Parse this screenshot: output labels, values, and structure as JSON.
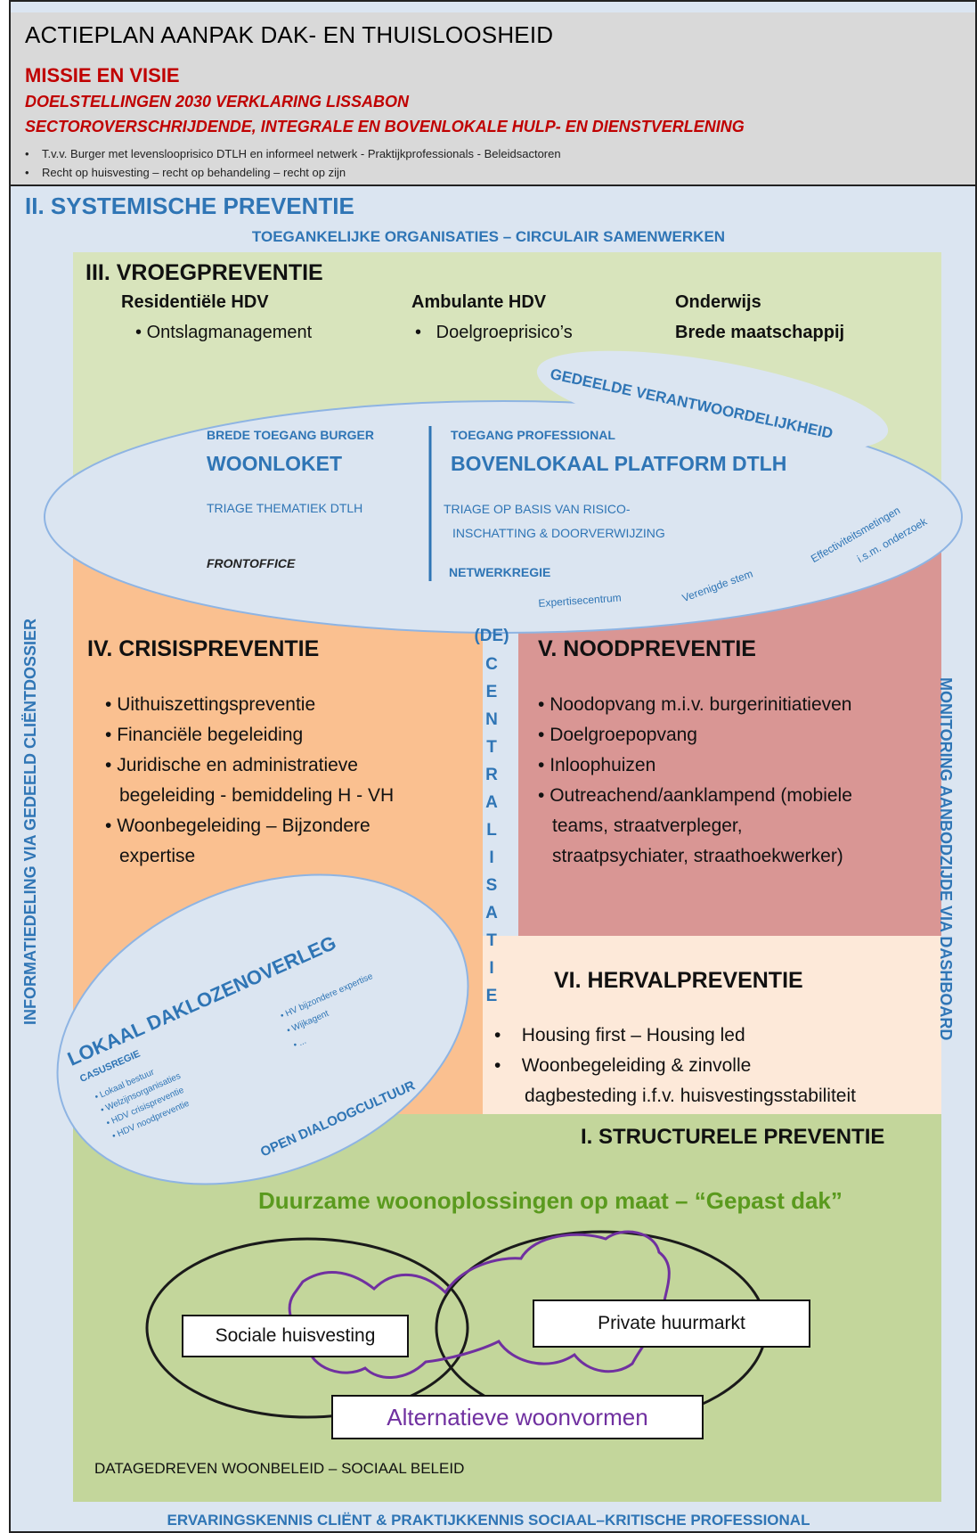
{
  "title": "ACTIEPLAN AANPAK DAK- EN THUISLOOSHEID",
  "mission": "MISSIE EN VISIE",
  "goals": "DOELSTELLINGEN 2030 VERKLARING LISSABON",
  "sector": "SECTOROVERSCHRIJDENDE, INTEGRALE EN BOVENLOKALE HULP- EN DIENSTVERLENING",
  "header_bullets": [
    "T.v.v. Burger met levenslooprisico DTLH en  informeel netwerk  -  Praktijkprofessionals -  Beleidsactoren",
    "Recht op huisvesting – recht op behandeling – recht op zijn"
  ],
  "systemic": {
    "title": "II. SYSTEMISCHE PREVENTIE",
    "subtitle": "TOEGANKELIJKE ORGANISATIES – CIRCULAIR SAMENWERKEN"
  },
  "side_left": "INFORMATIEDELING VIA GEDEELD CLIËNTDOSSIER",
  "side_right": "MONITORING AANBODZIJDE VIA DASHBOARD",
  "early": {
    "title": "III. VROEGPREVENTIE",
    "col1_head": "Residentiële HDV",
    "col1_item": "Ontslagmanagement",
    "col2_head": "Ambulante HDV",
    "col2_item": "Doelgroeprisico’s",
    "col3_head": "Onderwijs",
    "col3_item": "Brede maatschappij"
  },
  "ellipse": {
    "shared": "GEDEELDE VERANTWOORDELIJKHEID",
    "left_sub": "BREDE TOEGANG BURGER",
    "left_main": "WOONLOKET",
    "left_triage": "TRIAGE THEMATIEK DTLH",
    "left_front": "FRONTOFFICE",
    "right_sub": "TOEGANG PROFESSIONAL",
    "right_main": "BOVENLOKAAL PLATFORM DTLH",
    "right_triage_1": "TRIAGE OP BASIS VAN RISICO-",
    "right_triage_2": "INSCHATTING & DOORVERWIJZING",
    "right_network": "NETWERKREGIE",
    "expertise": "Expertisecentrum",
    "voice": "Verenigde stem",
    "effect_1": "Effectiviteitsmetingen",
    "effect_2": "i.s.m. onderzoek"
  },
  "decentral": {
    "top": "(DE)",
    "letters": [
      "C",
      "E",
      "N",
      "T",
      "R",
      "A",
      "L",
      "I",
      "S",
      "A",
      "T",
      "I",
      "E"
    ]
  },
  "crisis": {
    "title": "IV. CRISISPREVENTIE",
    "items": [
      "Uithuiszettingspreventie",
      "Financiële begeleiding",
      "Juridische en administratieve",
      "begeleiding - bemiddeling H - VH",
      "Woonbegeleiding – Bijzondere",
      "expertise"
    ]
  },
  "emergency": {
    "title": "V. NOODPREVENTIE",
    "items": [
      "Noodopvang m.i.v. burgerinitiatieven",
      "Doelgroepopvang",
      "Inloophuizen",
      "Outreachend/aanklampend (mobiele",
      "teams, straatverpleger,",
      "straatpsychiater, straathoekwerker)"
    ]
  },
  "relapse": {
    "title": "VI. HERVALPREVENTIE",
    "items": [
      "Housing first – Housing led",
      "Woonbegeleiding & zinvolle",
      "dagbesteding i.f.v. huisvestingsstabiliteit"
    ]
  },
  "local": {
    "title": "LOKAAL DAKLOZENOVERLEG",
    "casus": "CASUSREGIE",
    "items_left": [
      "Lokaal bestuur",
      "Welzijnsorganisaties",
      "HDV crisispreventie",
      "HDV noodpreventie"
    ],
    "items_right": [
      "HV bijzondere expertise",
      "Wijkagent",
      "..."
    ],
    "dialog": "OPEN DIALOOGCULTUUR"
  },
  "structural": {
    "title": "I. STRUCTURELE PREVENTIE",
    "tagline": "Duurzame woonoplossingen op maat – “Gepast dak”",
    "social": "Sociale huisvesting",
    "private": "Private huurmarkt",
    "alt": "Alternatieve woonvormen",
    "policy": "DATAGEDREVEN WOONBELEID – SOCIAAL BELEID"
  },
  "footer": "ERVARINGSKENNIS CLIËNT  &  PRAKTIJKKENNIS  SOCIAAL–KRITISCHE PROFESSIONAL",
  "colors": {
    "red": "#c00000",
    "blue": "#2f75b5",
    "green_text": "#5a9a1e",
    "purple": "#7030a0"
  }
}
